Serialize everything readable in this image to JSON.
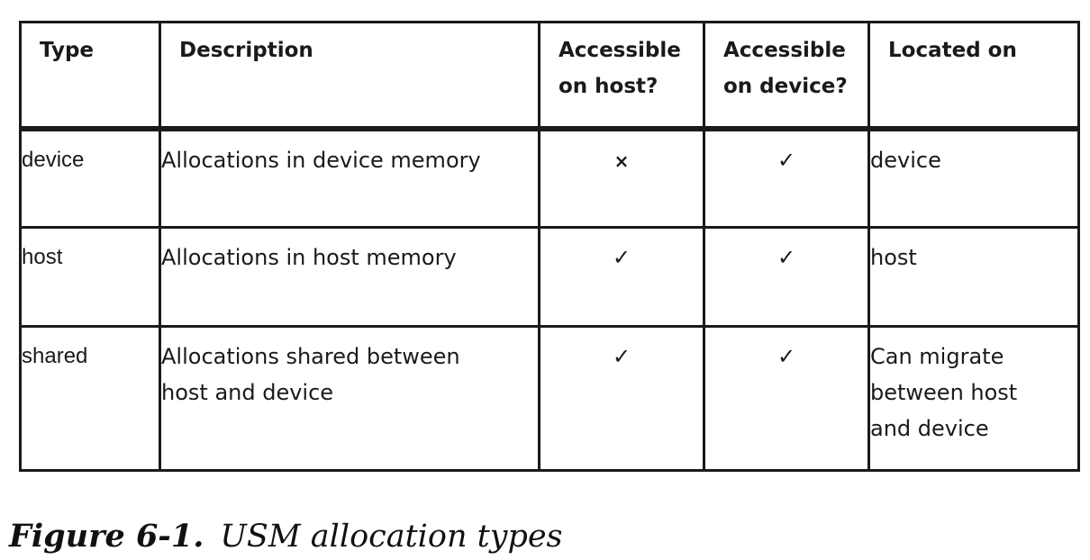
{
  "table": {
    "headers": {
      "type": "Type",
      "description": "Description",
      "host_line1": "Accessible",
      "host_line2": "on host?",
      "device_line1": "Accessible",
      "device_line2": "on device?",
      "located": "Located on"
    },
    "rows": [
      {
        "type": "device",
        "description_line1": "Allocations in device memory",
        "description_line2": "",
        "host_access": "×",
        "device_access": "✓",
        "located_line1": "device",
        "located_line2": "",
        "located_line3": ""
      },
      {
        "type": "host",
        "description_line1": "Allocations in host memory",
        "description_line2": "",
        "host_access": "✓",
        "device_access": "✓",
        "located_line1": "host",
        "located_line2": "",
        "located_line3": ""
      },
      {
        "type": "shared",
        "description_line1": "Allocations shared between",
        "description_line2": "host and device",
        "host_access": "✓",
        "device_access": "✓",
        "located_line1": "Can migrate",
        "located_line2": "between host",
        "located_line3": "and device"
      }
    ]
  },
  "caption": {
    "label": "Figure 6-1.",
    "text": "USM allocation types"
  }
}
